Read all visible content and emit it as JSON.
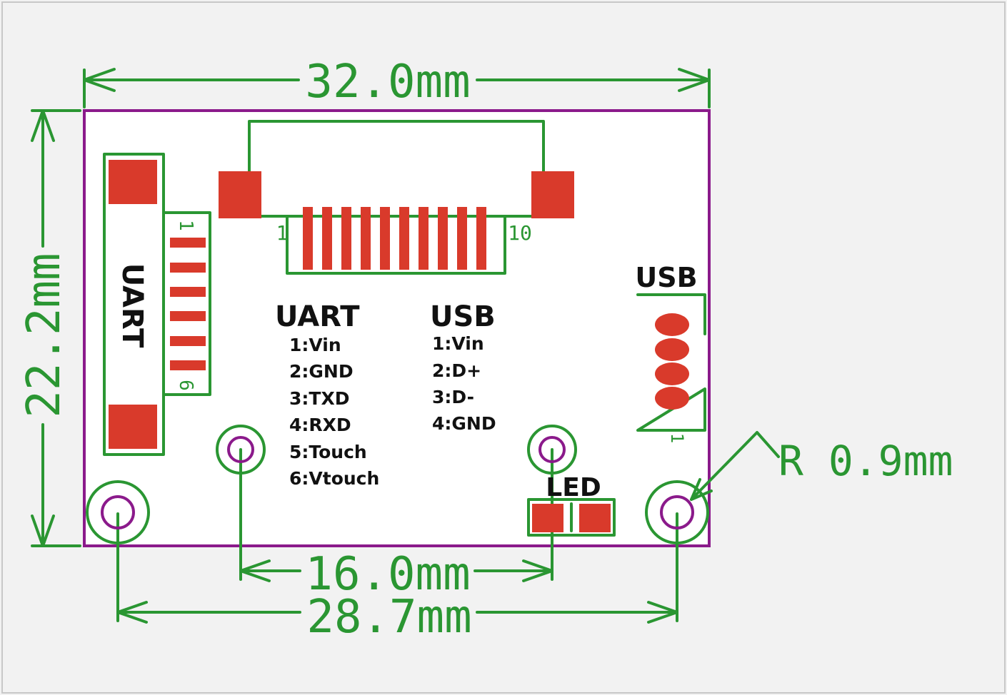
{
  "dimensions": {
    "width": "32.0mm",
    "height": "22.2mm",
    "inner_holes": "16.0mm",
    "outer_holes": "28.7mm",
    "hole_radius": "R 0.9mm"
  },
  "connectors": {
    "uart_side_label": "UART",
    "uart_pin_first": "1",
    "uart_pin_last": "6",
    "fpc_pin_first": "1",
    "fpc_pin_last": "10",
    "usb_label": "USB",
    "usb_pin_first": "1",
    "led_label": "LED"
  },
  "uart_pinout": {
    "title": "UART",
    "pins": [
      "1:Vin",
      "2:GND",
      "3:TXD",
      "4:RXD",
      "5:Touch",
      "6:Vtouch"
    ]
  },
  "usb_pinout": {
    "title": "USB",
    "pins": [
      "1:Vin",
      "2:D+",
      "3:D-",
      "4:GND"
    ]
  },
  "colors": {
    "outline": "#8b1a8b",
    "silkscreen": "#2a9632",
    "pad": "#d93a2b",
    "background": "#f2f2f2",
    "board": "#ffffff"
  }
}
